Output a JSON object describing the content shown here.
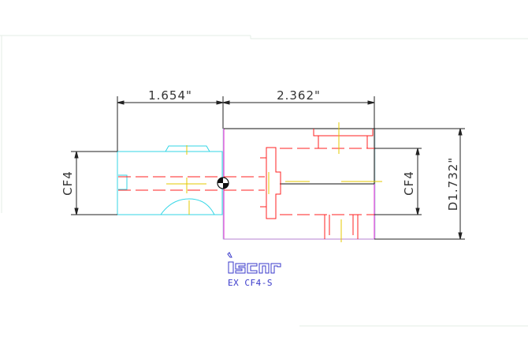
{
  "drawing": {
    "dimensions": {
      "shank_length": "1.654\"",
      "body_length": "2.362\"",
      "shank_thread": "CF4",
      "body_bore": "CF4",
      "body_diameter": "D1.732\""
    },
    "logo": {
      "text": "iscar",
      "color": "#3a3acb"
    },
    "part_code": "EX CF4-S",
    "colors": {
      "dimension": "#222222",
      "shank_outline": "#33d6e6",
      "body_outline": "#e01bd6",
      "hidden_lines": "#ff2222",
      "center_lines": "#e6c800",
      "background": "#ffffff",
      "frame": "#e6efe9"
    }
  }
}
